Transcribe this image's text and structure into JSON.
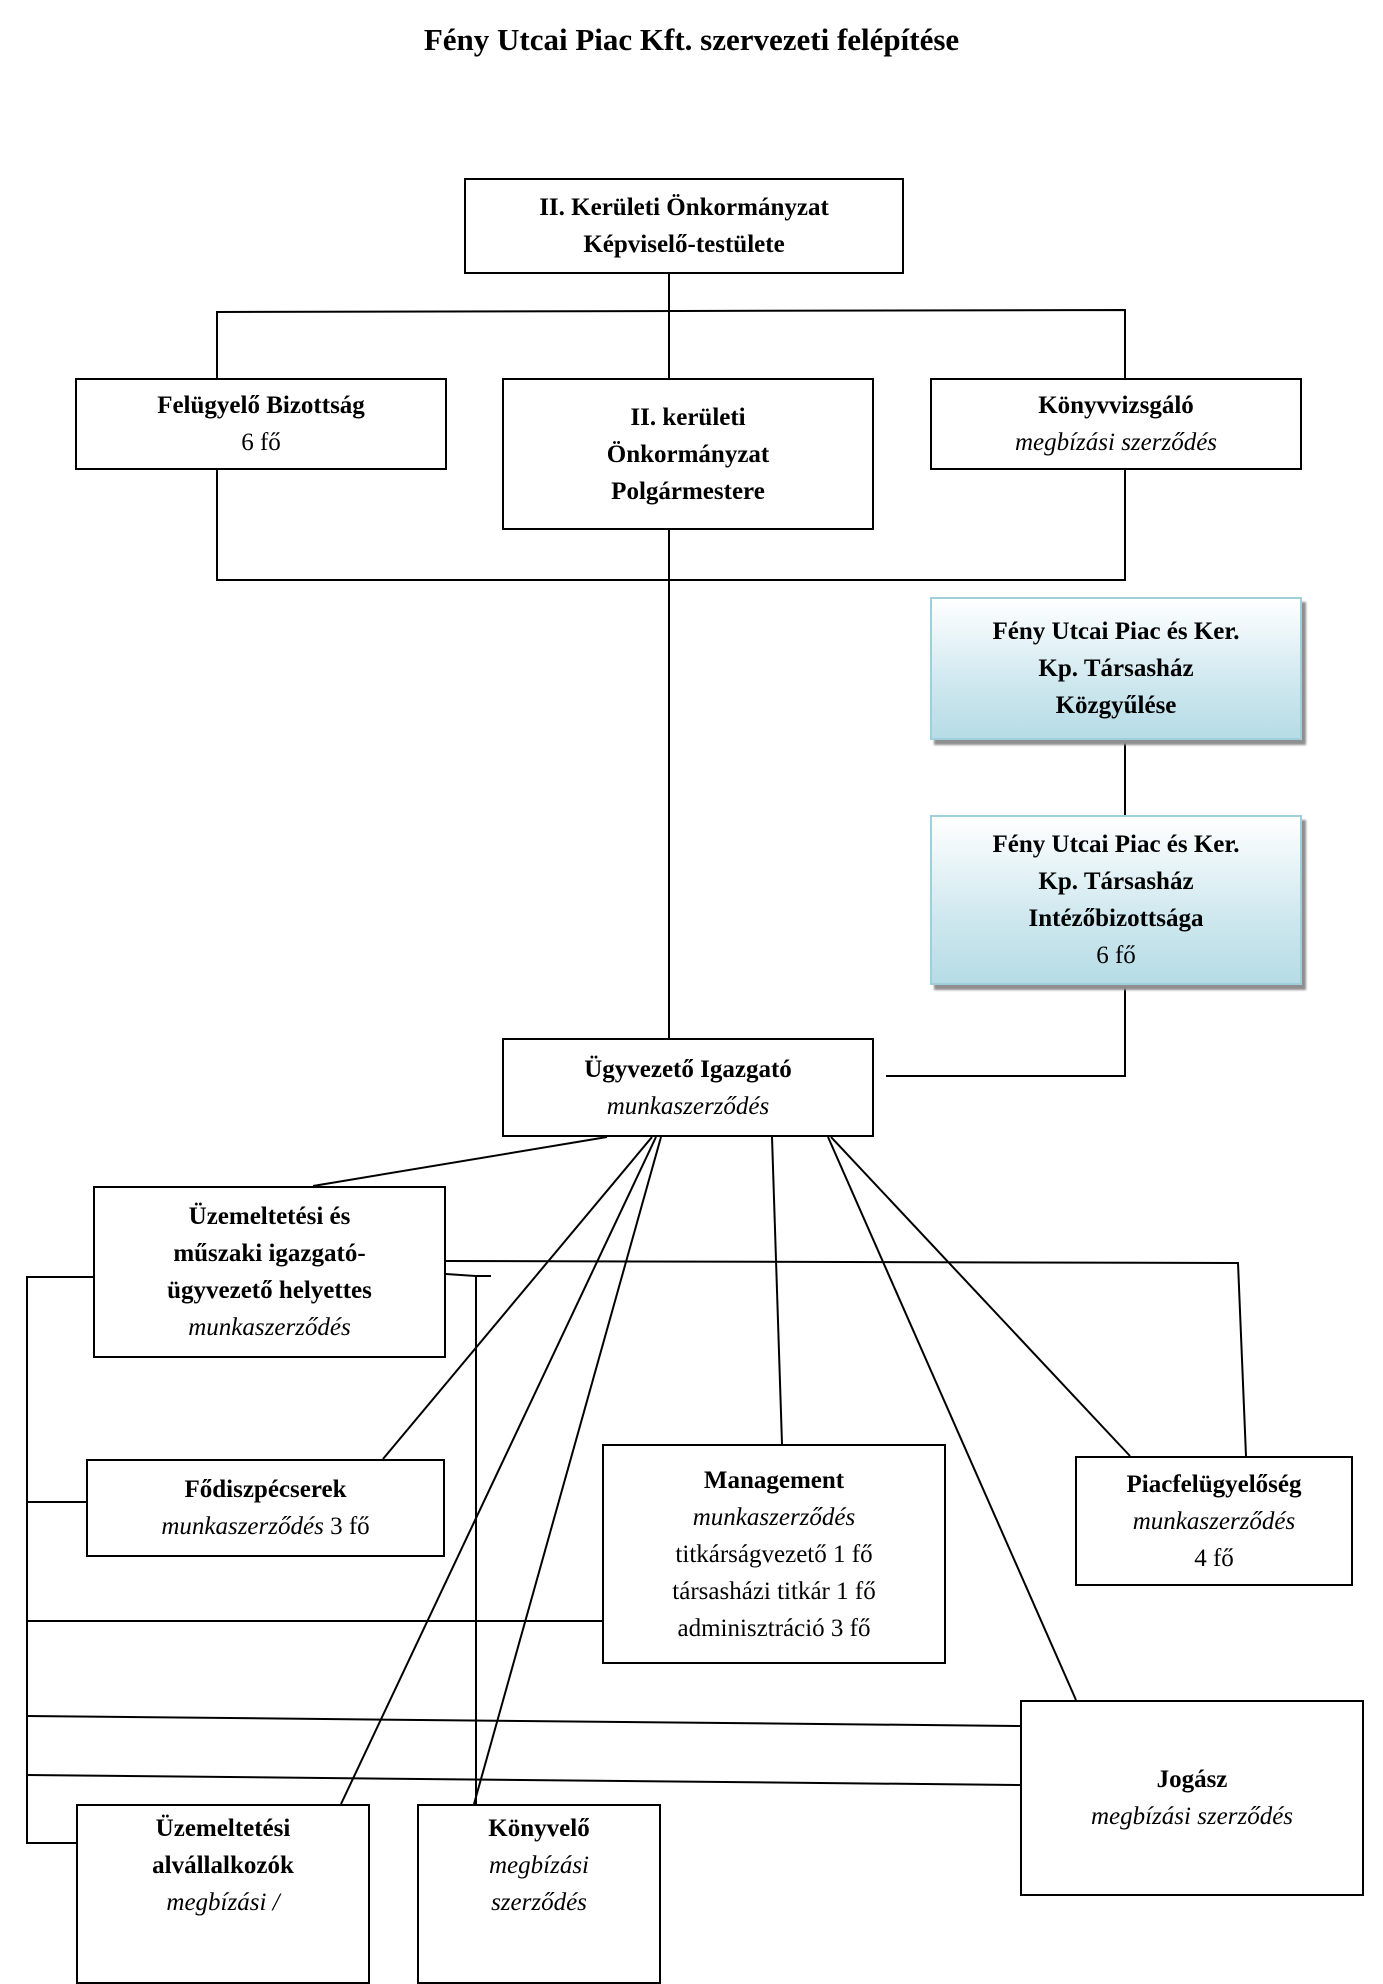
{
  "title": "Fény Utcai Piac Kft. szervezeti felépítése",
  "boxes": {
    "council": {
      "line1": "II. Kerületi Önkormányzat",
      "line2": "Képviselő-testülete"
    },
    "supervisory": {
      "name": "Felügyelő Bizottság",
      "count": "6 fő"
    },
    "mayor": {
      "line1": "II. kerületi",
      "line2": "Önkormányzat",
      "line3": "Polgármestere"
    },
    "auditor": {
      "name": "Könyvvizsgáló",
      "contract": "megbízási szerződés"
    },
    "assembly": {
      "line1": "Fény Utcai Piac és Ker.",
      "line2": "Kp. Társasház",
      "line3": "Közgyűlése"
    },
    "committee": {
      "line1": "Fény Utcai Piac és Ker.",
      "line2": "Kp. Társasház",
      "line3": "Intézőbizottsága",
      "count": "6 fő"
    },
    "ceo": {
      "name": "Ügyvezető Igazgató",
      "contract": "munkaszerződés"
    },
    "operations": {
      "line1": "Üzemeltetési és",
      "line2": "műszaki igazgató-",
      "line3": "ügyvezető helyettes",
      "contract": "munkaszerződés"
    },
    "dispatchers": {
      "name": "Fődiszpécserek",
      "contract": "munkaszerződés",
      "count": " 3 fő"
    },
    "management": {
      "name": "Management",
      "contract": "munkaszerződés",
      "item1": "titkárságvezető 1 fő",
      "item2": "társasházi titkár 1 fő",
      "item3": "adminisztráció 3 fő"
    },
    "market": {
      "name": "Piacfelügyelőség",
      "contract": "munkaszerződés",
      "count": "4 fő"
    },
    "lawyer": {
      "name": "Jogász",
      "contract": "megbízási szerződés"
    },
    "subcontractors": {
      "line1": "Üzemeltetési",
      "line2": "alvállalkozók",
      "contract": "megbízási /"
    },
    "accountant": {
      "name": "Könyvelő",
      "contract1": "megbízási",
      "contract2": "szerződés"
    }
  }
}
